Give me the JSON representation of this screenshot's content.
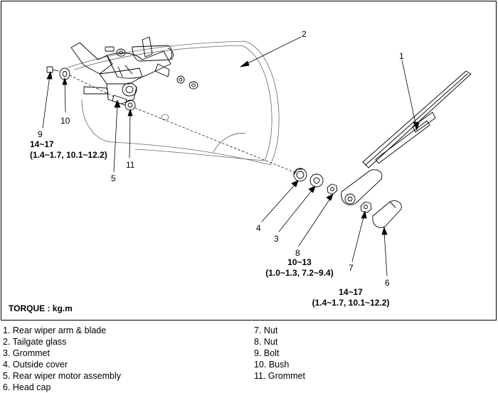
{
  "callouts": {
    "c1": "1",
    "c2": "2",
    "c3": "3",
    "c4": "4",
    "c5": "5",
    "c6": "6",
    "c7": "7",
    "c8": "8",
    "c9": "9",
    "c10": "10",
    "c11": "11"
  },
  "torques": {
    "bolt9_line1": "14~17",
    "bolt9_line2": "(1.4~1.7, 10.1~12.2)",
    "nut8_line1": "10~13",
    "nut8_line2": "(1.0~1.3, 7.2~9.4)",
    "nut7_line1": "14~17",
    "nut7_line2": "(1.4~1.7, 10.1~12.2)"
  },
  "torque_title": "TORQUE : kg.m",
  "legend": {
    "left": [
      "1. Rear wiper arm & blade",
      "2. Tailgate glass",
      "3. Grommet",
      "4. Outside cover",
      "5. Rear wiper motor assembly",
      "6. Head cap"
    ],
    "right": [
      "7. Nut",
      "8. Nut",
      "9. Bolt",
      "10. Bush",
      "11. Grommet"
    ]
  }
}
